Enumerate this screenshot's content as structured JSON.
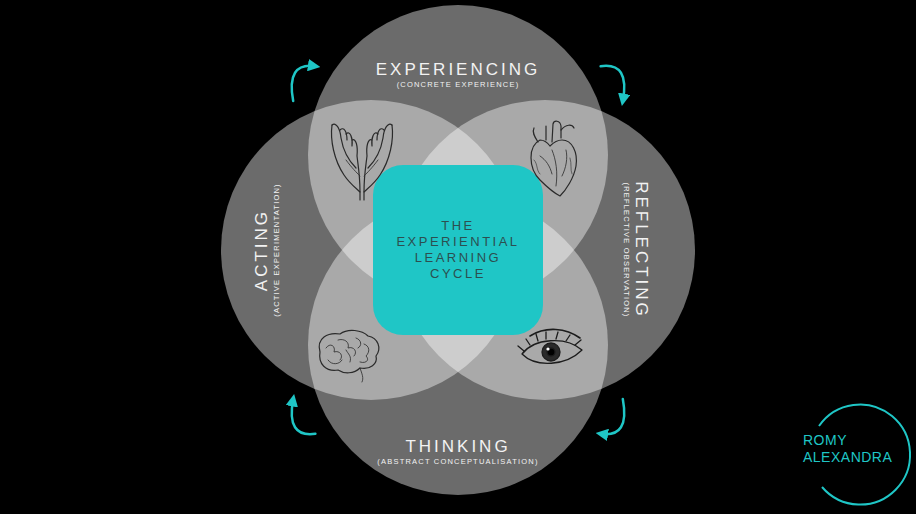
{
  "diagram": {
    "nodes": [
      {
        "text": [
          "EXPERIENCING",
          "(CONCRETE EXPERIENCE)"
        ]
      },
      {
        "text": [
          "REFLECTING",
          "(REFLECTIVE OBSERVATION)"
        ]
      },
      {
        "text": [
          "THINKING",
          "(ABSTRACT CONCEPTUALISATION)"
        ]
      },
      {
        "text": [
          "ACTING",
          "(ACTIVE EXPERIMENTATION)"
        ]
      },
      {
        "text": [
          "THE EXPERIENTIAL LEARNING CYCLE"
        ]
      }
    ],
    "edges": [
      {
        "from": 0,
        "to": 1,
        "arrow": "to"
      },
      {
        "from": 1,
        "to": 2,
        "arrow": "to"
      },
      {
        "from": 2,
        "to": 3,
        "arrow": "to"
      },
      {
        "from": 3,
        "to": 0,
        "arrow": "to"
      }
    ],
    "labels": [
      "ROMY ALEXANDRA"
    ]
  }
}
